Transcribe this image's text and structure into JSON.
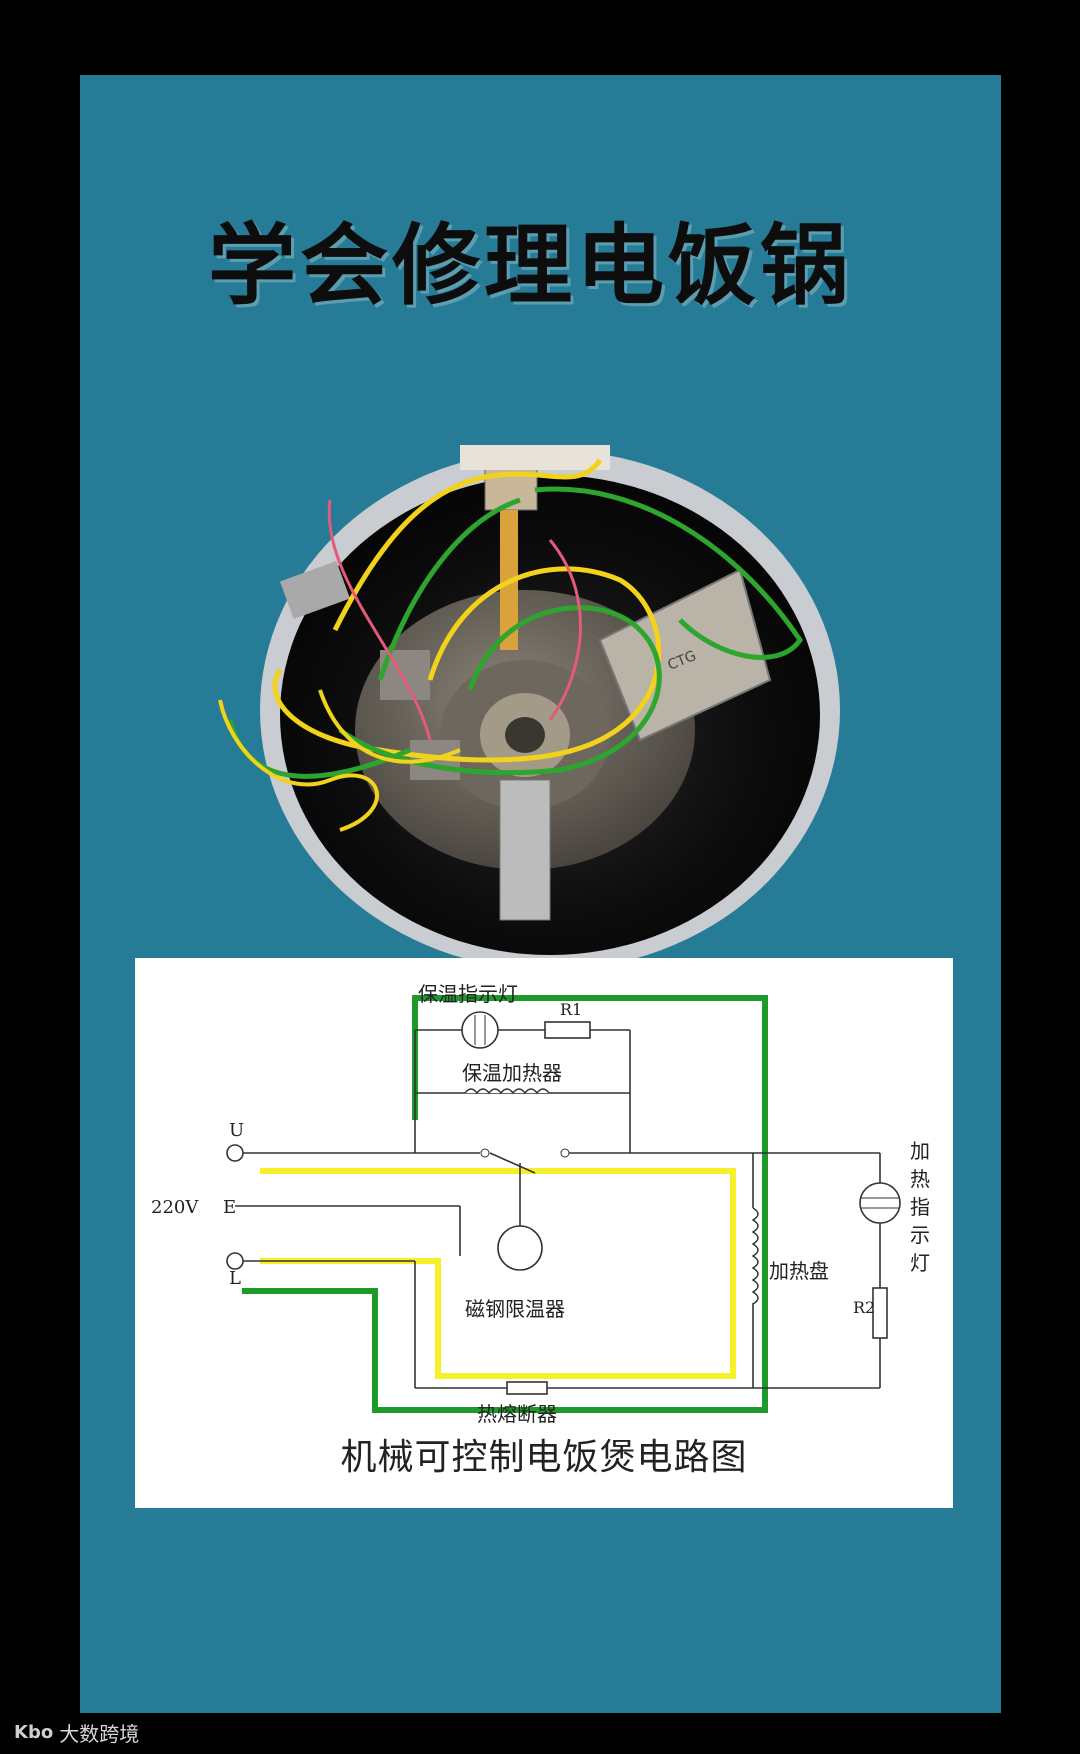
{
  "title": "学会修理电饭锅",
  "diagram": {
    "labels": {
      "warm_lamp": "保温指示灯",
      "r1": "R1",
      "warm_heater": "保温加热器",
      "u": "U",
      "voltage": "220V",
      "e": "E",
      "l": "L",
      "magnet_limiter": "磁钢限温器",
      "heating_plate": "加热盘",
      "r2": "R2",
      "thermal_fuse": "热熔断器",
      "heat_lamp_1": "加",
      "heat_lamp_2": "热",
      "heat_lamp_3": "指",
      "heat_lamp_4": "示",
      "heat_lamp_5": "灯"
    },
    "caption": "机械可控制电饭煲电路图",
    "highlight_colors": {
      "yellow": "#f5f02a",
      "green": "#1e9a2a"
    }
  },
  "watermark": {
    "logo": "Kbo",
    "text": "大数跨境"
  }
}
